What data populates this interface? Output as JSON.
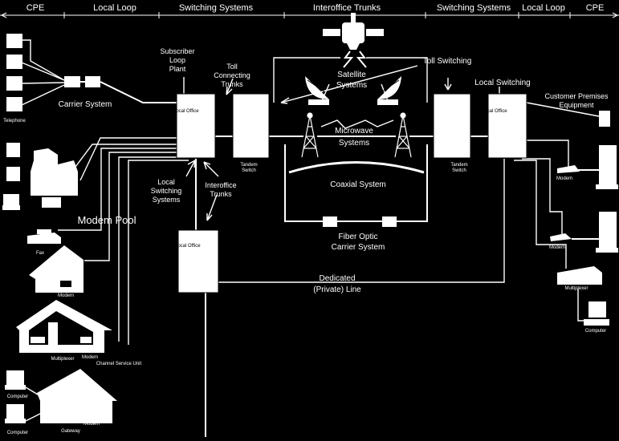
{
  "header": {
    "sections": [
      "CPE",
      "Local Loop",
      "Switching Systems",
      "Interoffice Trunks",
      "Switching Systems",
      "Local Loop",
      "CPE"
    ]
  },
  "labels": {
    "telephone": "Telephone",
    "carrier_system": "Carrier System",
    "subscriber_loop_plant": [
      "Subscriber",
      "Loop",
      "Plant"
    ],
    "toll_connecting_trunks": [
      "Toll",
      "Connecting",
      "Trunks"
    ],
    "local_office_left": "Local Office",
    "tandem_switch_left": [
      "Tandem",
      "Switch"
    ],
    "satellite_systems": [
      "Satellite",
      "Systems"
    ],
    "toll_switching": "Toll Switching",
    "local_switching_right": "Local Switching",
    "customer_premises_equipment": [
      "Customer Premises",
      "Equipment"
    ],
    "microwave_systems": [
      "Microwave",
      "Systems"
    ],
    "coaxial_system": "Coaxial System",
    "fiber_optic_carrier_system": [
      "Fiber Optic",
      "Carrier System"
    ],
    "tandem_switch_right": [
      "Tandem",
      "Switch"
    ],
    "local_office_right": "Local Office",
    "local_switching_systems": [
      "Local",
      "Switching",
      "Systems"
    ],
    "interoffice_trunks_left": [
      "Interoffice",
      "Trunks"
    ],
    "modem_pool": "Modem Pool",
    "fax": "Fax",
    "modem_house": "Modem",
    "local_office_bottom": "Local Office",
    "dedicated_private_line": [
      "Dedicated",
      "(Private) Line"
    ],
    "multiplexer_left": "Multiplexer",
    "modem_csu": "Modem",
    "channel_service_unit": "Channel Service Unit",
    "computer_1": "Computer",
    "computer_2": "Computer",
    "modem_gateway": "Modem",
    "gateway": "Gateway",
    "modem_right_1": "Modem",
    "modem_right_2": "Modem",
    "multiplexer_right": "Multiplexer",
    "computer_right": "Computer"
  },
  "colors": {
    "background": "#000000",
    "foreground": "#ffffff"
  }
}
